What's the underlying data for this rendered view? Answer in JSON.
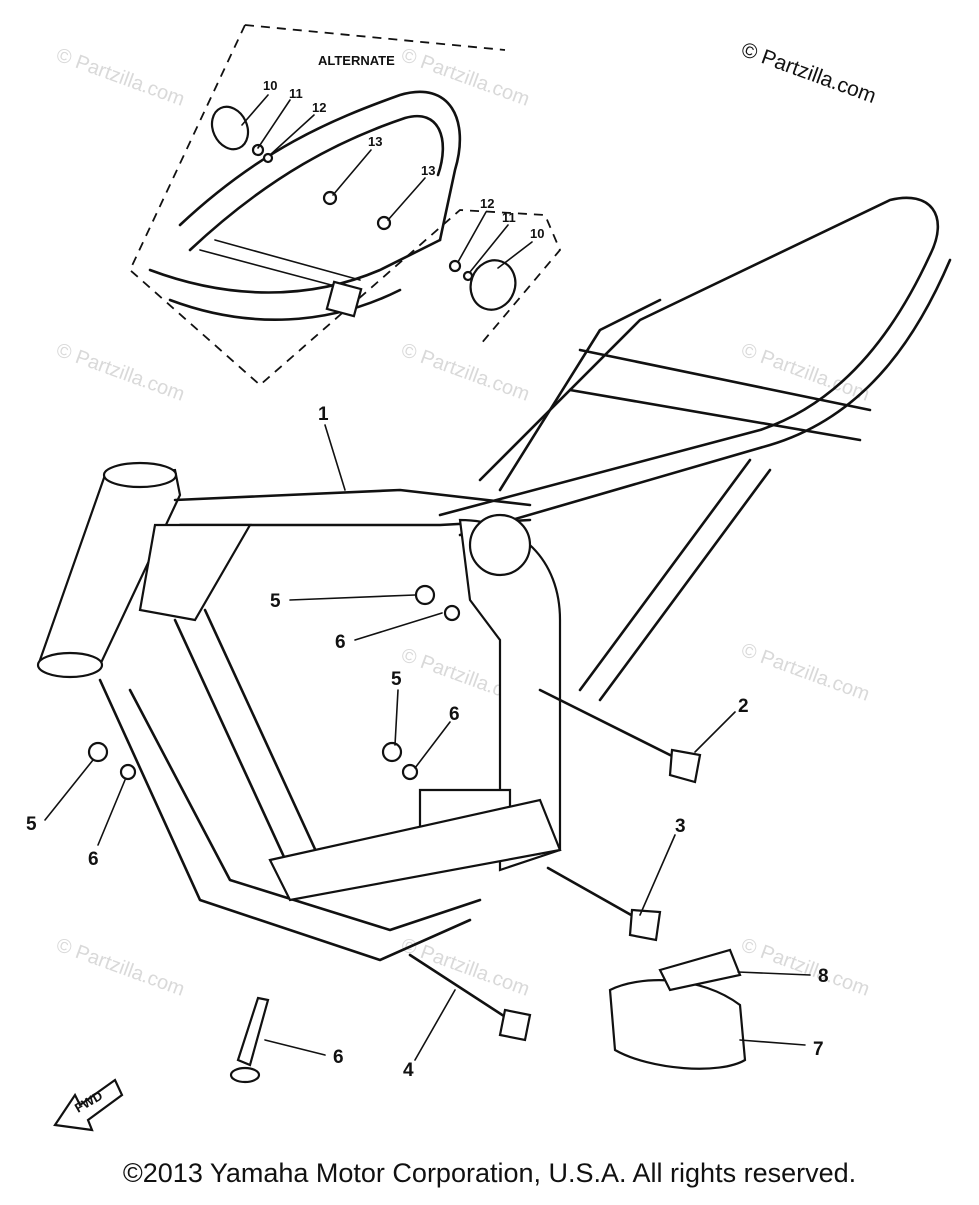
{
  "copyright_top": "© Partzilla.com",
  "watermark": "© Partzilla.com",
  "alternate_label": "ALTERNATE",
  "fwd_label": "FWD",
  "footer": "©2013 Yamaha Motor Corporation, U.S.A. All rights reserved.",
  "callouts": {
    "c1": "1",
    "c2": "2",
    "c3": "3",
    "c4": "4",
    "c5a": "5",
    "c5b": "5",
    "c5c": "5",
    "c6a": "6",
    "c6b": "6",
    "c6c": "6",
    "c6d": "6",
    "c7": "7",
    "c8": "8",
    "alt10a": "10",
    "alt11a": "11",
    "alt12a": "12",
    "alt13a": "13",
    "alt13b": "13",
    "alt12b": "12",
    "alt11b": "11",
    "alt10b": "10"
  }
}
